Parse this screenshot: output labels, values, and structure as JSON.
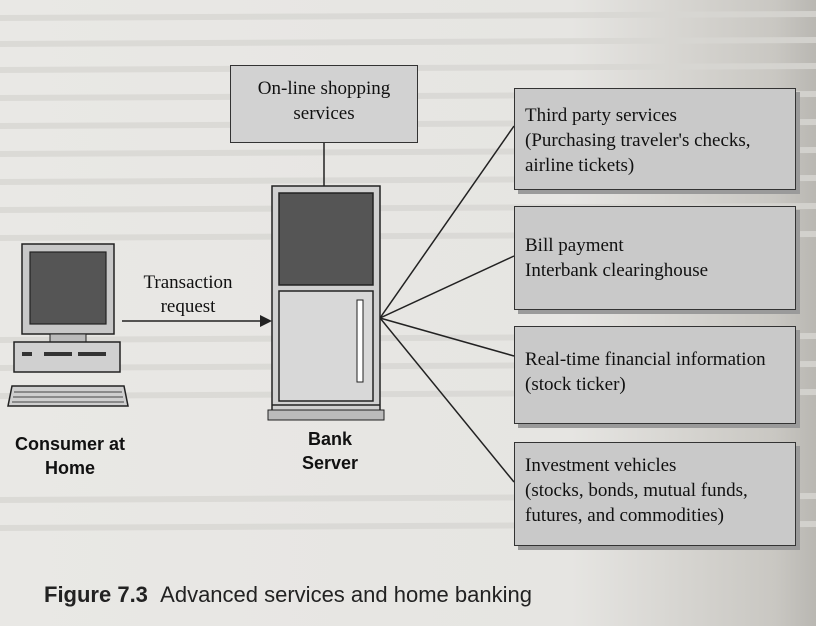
{
  "shop_box": {
    "lines": [
      "On-line shopping",
      "services"
    ]
  },
  "services": [
    {
      "lines": [
        "Third party services",
        "(Purchasing traveler's checks,",
        "airline tickets)"
      ]
    },
    {
      "lines": [
        "Bill payment",
        "Interbank clearinghouse"
      ]
    },
    {
      "lines": [
        "Real-time financial information",
        "(stock ticker)"
      ]
    },
    {
      "lines": [
        "Investment vehicles",
        "(stocks, bonds, mutual funds,",
        "futures, and commodities)"
      ]
    }
  ],
  "arrow_label": {
    "lines": [
      "Transaction",
      "request"
    ]
  },
  "consumer_label": {
    "lines": [
      "Consumer at",
      "Home"
    ]
  },
  "server_label": {
    "lines": [
      "Bank",
      "Server"
    ]
  },
  "caption": {
    "number": "Figure 7.3",
    "text": "Advanced services and home banking"
  }
}
